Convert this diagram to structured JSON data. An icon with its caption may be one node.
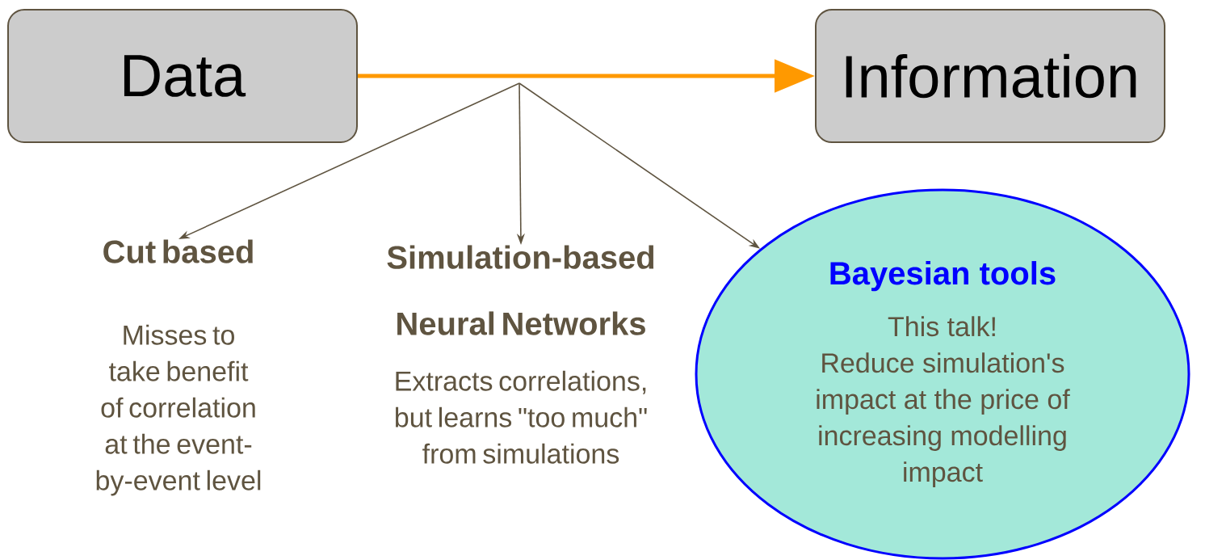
{
  "diagram": {
    "nodes": [
      {
        "text": [
          "Data"
        ]
      },
      {
        "text": [
          "Information"
        ]
      },
      {
        "text": [
          "Cut based",
          "Misses to take benefit of correlation at the event-by-event level"
        ]
      },
      {
        "text": [
          "Simulation-based Neural Networks",
          "Extracts correlations, but learns \"too much\" from simulations"
        ]
      },
      {
        "text": [
          "Bayesian tools",
          "This talk!",
          "Reduce simulation's impact at the price of increasing modelling impact"
        ]
      }
    ],
    "edges": [
      {
        "from": 0,
        "to": 1,
        "arrow": "to",
        "style": "thick",
        "color": "#ff9900"
      },
      {
        "from": null,
        "to": 2,
        "arrow": "to"
      },
      {
        "from": null,
        "to": 3,
        "arrow": "to"
      },
      {
        "from": null,
        "to": 4,
        "arrow": "to"
      }
    ]
  }
}
